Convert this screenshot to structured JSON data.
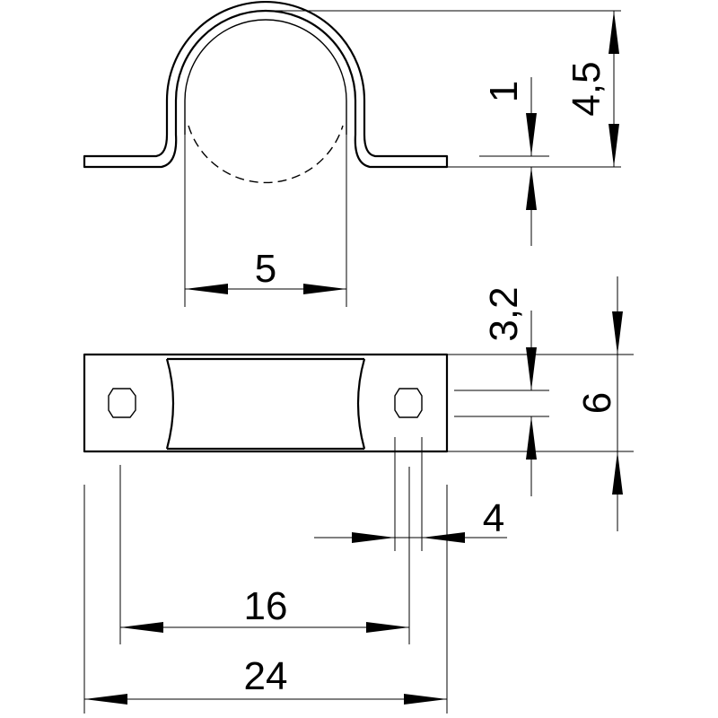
{
  "dimensions": {
    "height_total": "4,5",
    "sheet_thickness": "1",
    "inner_diameter": "5",
    "slot_width": "3,2",
    "strap_width": "6",
    "hole_length": "4",
    "hole_spacing": "16",
    "overall_length": "24"
  }
}
